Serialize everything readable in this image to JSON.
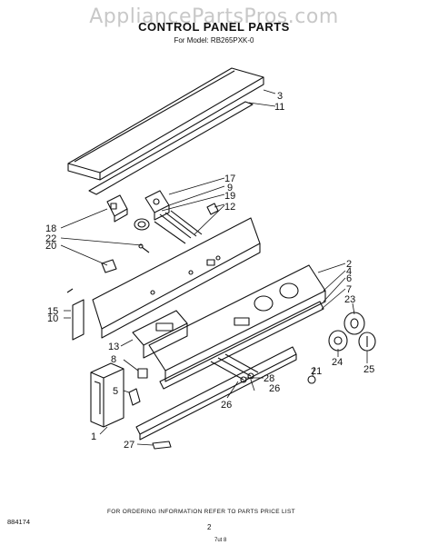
{
  "watermark": "AppliancePartsPros.com",
  "header": {
    "title": "CONTROL PANEL PARTS",
    "subtitle": "For Model: RB265PXK-0"
  },
  "callouts": {
    "c3": "3",
    "c11": "11",
    "c17": "17",
    "c9": "9",
    "c19": "19",
    "c12": "12",
    "c18": "18",
    "c22": "22",
    "c20": "20",
    "c2": "2",
    "c4": "4",
    "c6": "6",
    "c7": "7",
    "c15": "15",
    "c10": "10",
    "c23": "23",
    "c13": "13",
    "c8": "8",
    "c24": "24",
    "c21": "21",
    "c25": "25",
    "c28": "28",
    "c26a": "26",
    "c5": "5",
    "c26b": "26",
    "c1": "1",
    "c27": "27"
  },
  "footer": {
    "note": "FOR ORDERING INFORMATION REFER TO PARTS PRICE LIST",
    "diagram_id": "884174",
    "page": "2",
    "page_mark": "7ut 8"
  }
}
